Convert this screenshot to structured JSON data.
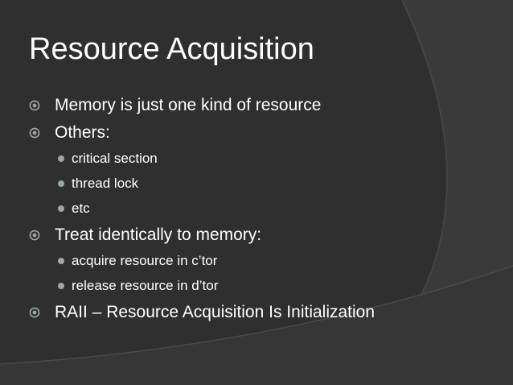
{
  "slide": {
    "title": "Resource Acquisition",
    "colors": {
      "background": "#2f2f2f",
      "text": "#ffffff",
      "bullet_marker": "#9aa7ab"
    },
    "bullets": [
      {
        "text": "Memory is just one kind of resource",
        "marker_icon": "circled-dot-icon"
      },
      {
        "text": "Others:",
        "marker_icon": "circled-dot-icon",
        "sub": [
          "critical section",
          "thread lock",
          "etc"
        ]
      },
      {
        "text": "Treat identically to memory:",
        "marker_icon": "circled-dot-icon",
        "sub": [
          "acquire resource in c’tor",
          "release resource in d’tor"
        ]
      },
      {
        "text": "RAII – Resource Acquisition Is Initialization",
        "marker_icon": "circled-dot-icon"
      }
    ]
  }
}
